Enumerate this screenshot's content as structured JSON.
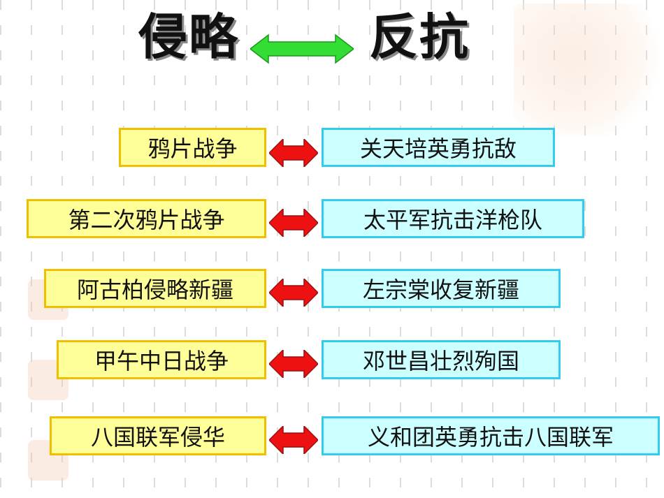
{
  "title": {
    "left": "侵略",
    "right": "反抗"
  },
  "rows": [
    {
      "aggression": "鸦片战争",
      "resistance": "关天培英勇抗敌"
    },
    {
      "aggression": "第二次鸦片战争",
      "resistance": "太平军抗击洋枪队"
    },
    {
      "aggression": "阿古柏侵略新疆",
      "resistance": "左宗棠收复新疆"
    },
    {
      "aggression": "甲午中日战争",
      "resistance": "邓世昌壮烈殉国"
    },
    {
      "aggression": "八国联军侵华",
      "resistance": "义和团英勇抗击八国联军"
    }
  ],
  "colors": {
    "left_box_fill": "#ffff99",
    "left_box_border": "#f0c000",
    "right_box_fill": "#ccffff",
    "right_box_border": "#33ccee",
    "title_arrow": "#33dd33",
    "row_arrow": "#ee1111"
  },
  "icons": {
    "title_arrow": "double-arrow-icon",
    "row_arrow": "double-arrow-icon"
  }
}
